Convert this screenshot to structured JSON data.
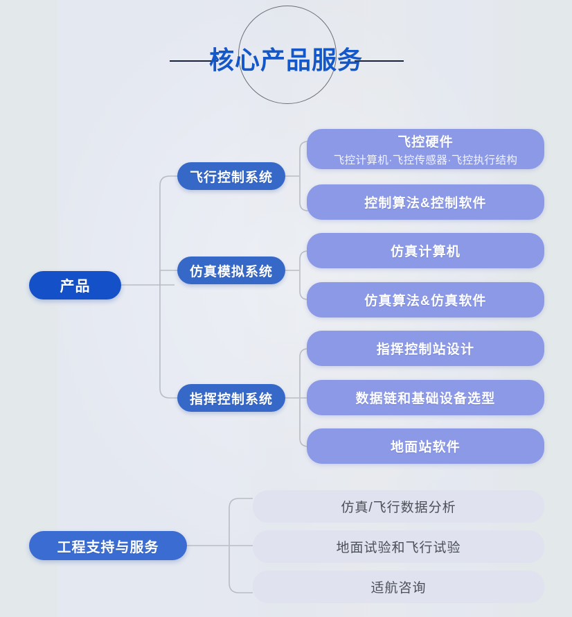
{
  "header": {
    "title": "核心产品服务",
    "title_color": "#1357c8",
    "rule_color": "#18223c",
    "circle_color": "#6a6f78"
  },
  "palette": {
    "background": "#e4e8ec",
    "root_blue": "#1450c8",
    "branch_blue": "#3668c8",
    "service_blue": "#3b6cd2",
    "card_periwinkle": "#8b99e6",
    "card_muted": "#e0e3ef",
    "connector_line": "#b9bcc4"
  },
  "product": {
    "root_label": "产品",
    "branches": [
      {
        "label": "飞行控制系统",
        "items": [
          {
            "title": "飞控硬件",
            "subtitle": "飞控计算机·飞控传感器·飞控执行结构"
          },
          {
            "title": "控制算法&控制软件",
            "subtitle": ""
          }
        ]
      },
      {
        "label": "仿真模拟系统",
        "items": [
          {
            "title": "仿真计算机",
            "subtitle": ""
          },
          {
            "title": "仿真算法&仿真软件",
            "subtitle": ""
          }
        ]
      },
      {
        "label": "指挥控制系统",
        "items": [
          {
            "title": "指挥控制站设计",
            "subtitle": ""
          },
          {
            "title": "数据链和基础设备选型",
            "subtitle": ""
          },
          {
            "title": "地面站软件",
            "subtitle": ""
          }
        ]
      }
    ]
  },
  "services": {
    "root_label": "工程支持与服务",
    "items": [
      {
        "title": "仿真/飞行数据分析"
      },
      {
        "title": "地面试验和飞行试验"
      },
      {
        "title": "适航咨询"
      }
    ]
  }
}
